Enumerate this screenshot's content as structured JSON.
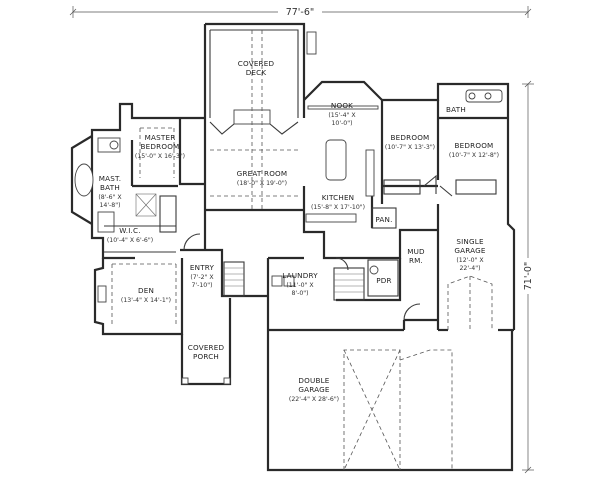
{
  "dimensions": {
    "overall_width": "77'-6\"",
    "overall_depth": "71'-0\""
  },
  "rooms": [
    {
      "id": "covered-deck",
      "lines": [
        "COVERED",
        "DECK"
      ],
      "size": []
    },
    {
      "id": "nook",
      "lines": [
        "NOOK"
      ],
      "size": [
        "(15'-4\" X",
        "10'-0\")"
      ]
    },
    {
      "id": "bath-upper",
      "lines": [
        "BATH"
      ],
      "size": []
    },
    {
      "id": "bedroom-1",
      "lines": [
        "BEDROOM"
      ],
      "size": [
        "(10'-7\" X 13'-3\")"
      ]
    },
    {
      "id": "bedroom-2",
      "lines": [
        "BEDROOM"
      ],
      "size": [
        "(10'-7\" X 12'-8\")"
      ]
    },
    {
      "id": "master-bedroom",
      "lines": [
        "MASTER",
        "BEDROOM"
      ],
      "size": [
        "(15'-0\" X 16'-3\")"
      ]
    },
    {
      "id": "great-room",
      "lines": [
        "GREAT ROOM"
      ],
      "size": [
        "(18'-0\" X 19'-0\")"
      ]
    },
    {
      "id": "kitchen",
      "lines": [
        "KITCHEN"
      ],
      "size": [
        "(15'-8\" X 17'-10\")"
      ]
    },
    {
      "id": "pantry",
      "lines": [
        "PAN."
      ],
      "size": []
    },
    {
      "id": "master-bath",
      "lines": [
        "MAST.",
        "BATH"
      ],
      "size": [
        "(8'-6\" X",
        "14'-8\")"
      ]
    },
    {
      "id": "wic",
      "lines": [
        "W.I.C."
      ],
      "size": [
        "(10'-4\" X 6'-6\")"
      ]
    },
    {
      "id": "single-garage",
      "lines": [
        "SINGLE",
        "GARAGE"
      ],
      "size": [
        "(12'-0\" X",
        "22'-4\")"
      ]
    },
    {
      "id": "mud-room",
      "lines": [
        "MUD",
        "RM."
      ],
      "size": []
    },
    {
      "id": "entry",
      "lines": [
        "ENTRY"
      ],
      "size": [
        "(7'-2\" X",
        "7'-10\")"
      ]
    },
    {
      "id": "laundry",
      "lines": [
        "LAUNDRY"
      ],
      "size": [
        "(11'-0\" X",
        "8'-0\")"
      ]
    },
    {
      "id": "powder",
      "lines": [
        "PDR"
      ],
      "size": []
    },
    {
      "id": "den",
      "lines": [
        "DEN"
      ],
      "size": [
        "(13'-4\" X 14'-1\")"
      ]
    },
    {
      "id": "covered-porch",
      "lines": [
        "COVERED",
        "PORCH"
      ],
      "size": []
    },
    {
      "id": "double-garage",
      "lines": [
        "DOUBLE",
        "GARAGE"
      ],
      "size": [
        "(22'-4\" X 28'-6\")"
      ]
    }
  ]
}
